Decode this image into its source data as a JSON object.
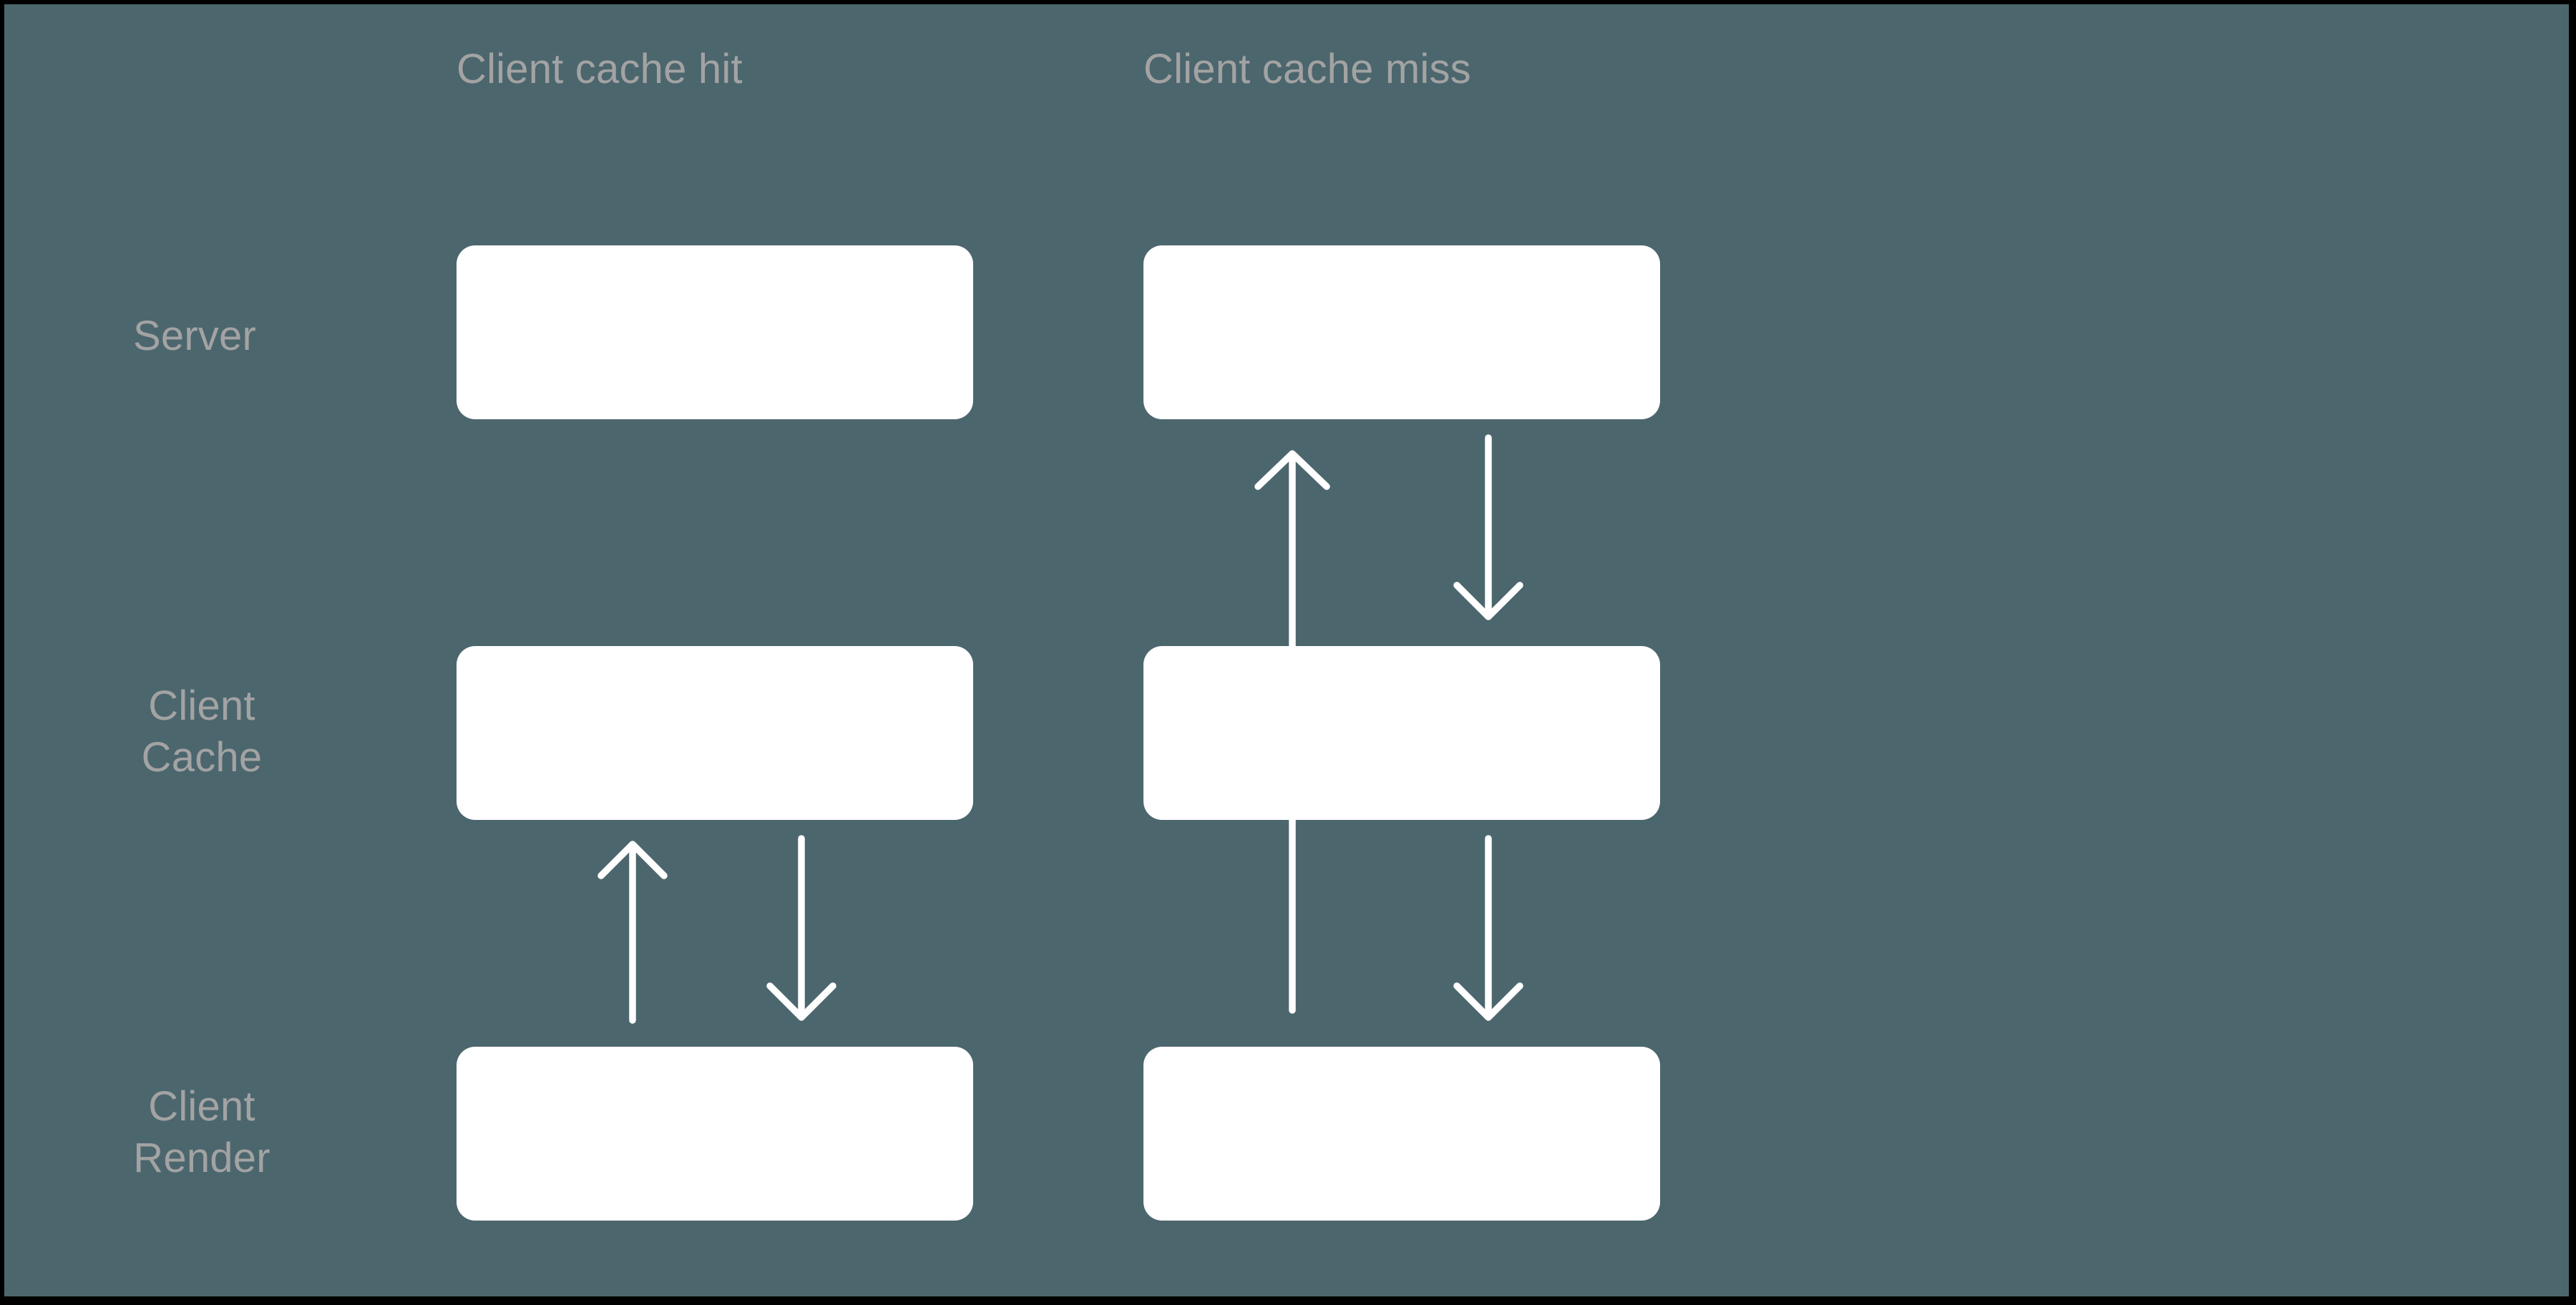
{
  "diagram": {
    "title_visible": false,
    "background_color": "#4c666e",
    "frame_color": "#000000",
    "node_color": "#ffffff",
    "arrow_color": "#ffffff",
    "label_color": "#a3a3a3",
    "columns": [
      {
        "id": "cache-hit",
        "label": "Client cache hit"
      },
      {
        "id": "cache-miss",
        "label": "Client cache miss"
      }
    ],
    "rows": [
      {
        "id": "server",
        "label": "Server",
        "label_lines": [
          "Server"
        ]
      },
      {
        "id": "client-cache",
        "label": "Client Cache",
        "label_lines": [
          "Client",
          "Cache"
        ]
      },
      {
        "id": "client-render",
        "label": "Client Render",
        "label_lines": [
          "Client",
          "Render"
        ]
      }
    ],
    "nodes": [
      {
        "id": "hit-server",
        "column": "cache-hit",
        "row": "server",
        "text": ""
      },
      {
        "id": "hit-cache",
        "column": "cache-hit",
        "row": "client-cache",
        "text": ""
      },
      {
        "id": "hit-render",
        "column": "cache-hit",
        "row": "client-render",
        "text": ""
      },
      {
        "id": "miss-server",
        "column": "cache-miss",
        "row": "server",
        "text": ""
      },
      {
        "id": "miss-cache",
        "column": "cache-miss",
        "row": "client-cache",
        "text": ""
      },
      {
        "id": "miss-render",
        "column": "cache-miss",
        "row": "client-render",
        "text": ""
      }
    ],
    "arrows": [
      {
        "id": "hit-render-to-cache",
        "column": "cache-hit",
        "from": "client-render",
        "to": "client-cache",
        "direction": "up",
        "label": ""
      },
      {
        "id": "hit-cache-to-render",
        "column": "cache-hit",
        "from": "client-cache",
        "to": "client-render",
        "direction": "down",
        "label": ""
      },
      {
        "id": "miss-render-to-server",
        "column": "cache-miss",
        "from": "client-render",
        "to": "server",
        "direction": "up",
        "label": ""
      },
      {
        "id": "miss-server-to-cache",
        "column": "cache-miss",
        "from": "server",
        "to": "client-cache",
        "direction": "down",
        "label": ""
      },
      {
        "id": "miss-cache-to-render",
        "column": "cache-miss",
        "from": "client-cache",
        "to": "client-render",
        "direction": "down",
        "label": ""
      }
    ]
  }
}
